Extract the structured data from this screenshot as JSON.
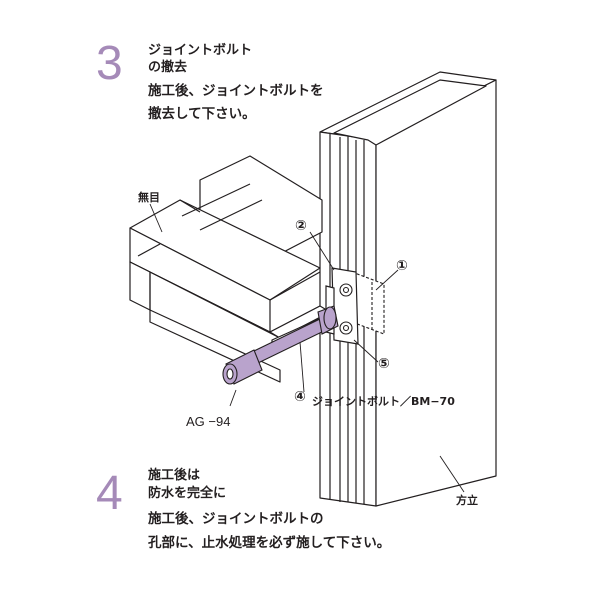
{
  "step3": {
    "number": "3",
    "title_line1": "ジョイントボルト",
    "title_line2": "の撤去",
    "body_line1": "施工後、ジョイントボルトを",
    "body_line2": "撤去して下さい。"
  },
  "step4": {
    "number": "4",
    "title_line1": "施工後は",
    "title_line2": "防水を完全に",
    "body_line1": "施工後、ジョイントボルトの",
    "body_line2": "孔部に、止水処理を必ず施して下さい。"
  },
  "labels": {
    "mumoku": "無目",
    "tate": "方立",
    "ag": "AG −94",
    "bolt": "ジョイントボルト／BM−70",
    "c1": "①",
    "c2": "②",
    "c4": "④",
    "c5": "⑤"
  },
  "colors": {
    "accent": "#a58ab8",
    "bolt_fill": "#b9a3cc",
    "line": "#231f20"
  }
}
